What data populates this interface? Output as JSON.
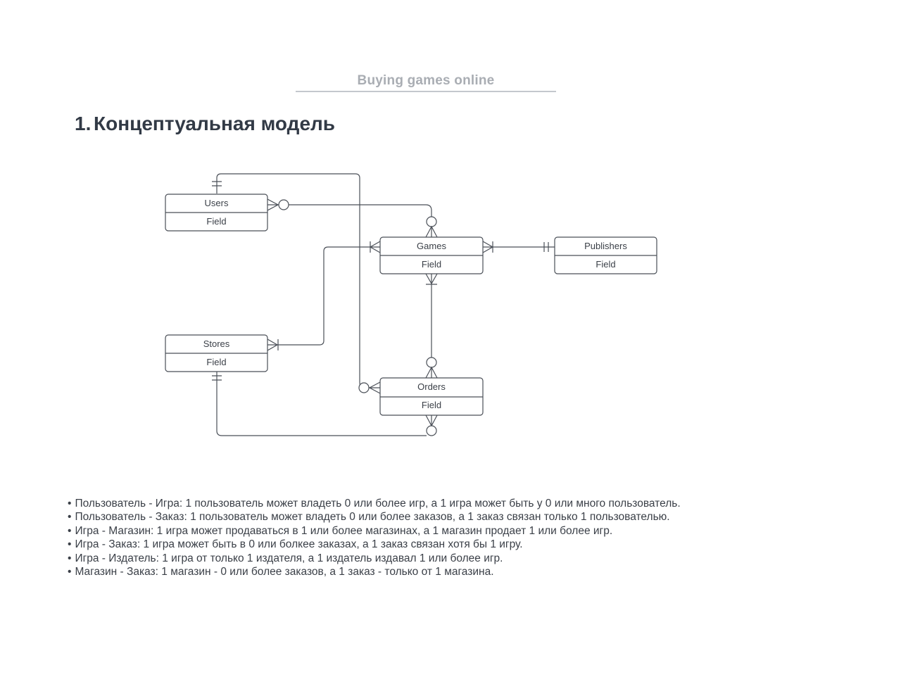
{
  "document": {
    "title": "Buying games online"
  },
  "section": {
    "number": "1.",
    "heading": "Концептуальная модель"
  },
  "diagram": {
    "entities": [
      {
        "id": "users",
        "name": "Users",
        "field": "Field"
      },
      {
        "id": "games",
        "name": "Games",
        "field": "Field"
      },
      {
        "id": "publishers",
        "name": "Publishers",
        "field": "Field"
      },
      {
        "id": "stores",
        "name": "Stores",
        "field": "Field"
      },
      {
        "id": "orders",
        "name": "Orders",
        "field": "Field"
      }
    ],
    "relationships": [
      {
        "from": "users",
        "from_cardinality": "zero-or-many",
        "to": "games",
        "to_cardinality": "zero-or-many"
      },
      {
        "from": "users",
        "from_cardinality": "one-and-only-one",
        "to": "orders",
        "to_cardinality": "zero-or-many"
      },
      {
        "from": "games",
        "from_cardinality": "one-or-many",
        "to": "publishers",
        "to_cardinality": "one-and-only-one"
      },
      {
        "from": "stores",
        "from_cardinality": "one-or-many",
        "to": "games",
        "to_cardinality": "one-or-many"
      },
      {
        "from": "games",
        "from_cardinality": "one-or-many",
        "to": "orders",
        "to_cardinality": "zero-or-many"
      },
      {
        "from": "stores",
        "from_cardinality": "one-and-only-one",
        "to": "orders",
        "to_cardinality": "zero-or-many"
      }
    ],
    "line_color": "#4a4f57",
    "box_fill": "#ffffff"
  },
  "notes": [
    "Пользователь - Игра: 1 пользователь может владеть 0 или более игр, а 1 игра может быть у 0 или много пользователь.",
    "Пользователь - Заказ: 1 пользователь может владеть 0 или более заказов, а 1 заказ связан только 1 пользователью.",
    "Игра - Магазин: 1 игра может продаваться в 1 или более магазинах, а 1 магазин продает 1 или более игр.",
    "Игра - Заказ: 1 игра может быть в 0 или болкее заказах, а 1 заказ связан хотя бы 1 игру.",
    "Игра - Издатель: 1 игра от только 1 издателя, а 1 издатель издавал 1 или более игр.",
    "Магазин - Заказ: 1 магазин - 0 или более заказов, а 1 заказ - только от 1 магазина."
  ]
}
